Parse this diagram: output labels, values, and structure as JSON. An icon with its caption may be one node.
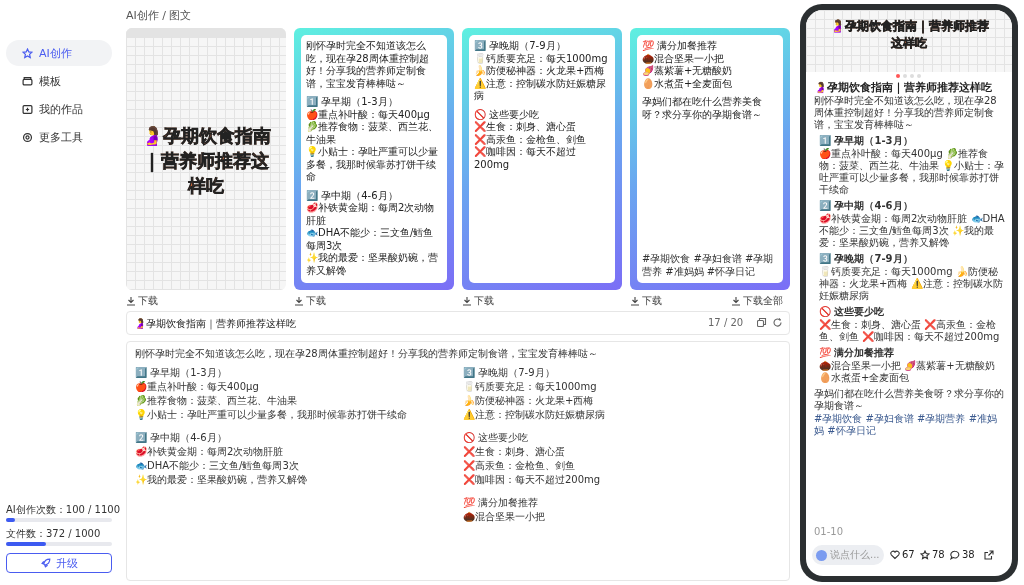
{
  "diagram": {
    "nodes": [
      {
        "text": [
          "🤰孕期饮食指南｜营养师推荐这样吃"
        ]
      },
      {
        "text": [
          "刚怀孕时完全不知道该怎么吃，现在孕28周体重控制超好！分享我的营养师定制食谱，宝宝发育棒棒哒～",
          "1️⃣ 孕早期（1-3月）",
          "🍎重点补叶酸：每天400μg",
          "🥬推荐食物：菠菜、西兰花、牛油果",
          "💡小贴士：孕吐严重可以少量多餐，我那时候靠苏打饼干续命",
          "2️⃣ 孕中期（4-6月）",
          "🥩补铁黄金期：每周2次动物肝脏",
          "🐟DHA不能少：三文鱼/鳕鱼每周3次",
          "✨我的最爱：坚果酸奶碗，营养又解馋"
        ]
      },
      {
        "text": [
          "3️⃣ 孕晚期（7-9月）",
          "🥛钙质要充足：每天1000mg",
          "🍌防便秘神器：火龙果+西梅",
          "⚠️注意：控制碳水防妊娠糖尿病",
          "🚫 这些要少吃",
          "❌生食：刺身、溏心蛋",
          "❌高汞鱼：金枪鱼、剑鱼",
          "❌咖啡因：每天不超过200mg"
        ]
      },
      {
        "text": [
          "💯 满分加餐推荐",
          "🌰混合坚果一小把",
          "🍠蒸紫薯+无糖酸奶",
          "🥚水煮蛋+全麦面包",
          "孕妈们都在吃什么营养美食呀？求分享你的孕期食谱～",
          "#孕期饮食 #孕妇食谱 #孕期营养 #准妈妈 #怀孕日记"
        ]
      },
      {
        "text": [
          "🤰孕期饮食指南｜营养师推荐这样吃"
        ]
      },
      {
        "text": [
          "刚怀孕时完全不知道该怎么吃，现在孕28周体重控制超好！分享我的营养师定制食谱，宝宝发育棒棒哒～",
          "1️⃣ 孕早期（1-3月）",
          "🍎重点补叶酸：每天400μg",
          "🥬推荐食物：菠菜、西兰花、牛油果",
          "💡小贴士：孕吐严重可以少量多餐，我那时候靠苏打饼干续命",
          "2️⃣ 孕中期（4-6月）",
          "🥩补铁黄金期：每周2次动物肝脏",
          "🐟DHA不能少：三文鱼/鳕鱼每周3次",
          "✨我的最爱：坚果酸奶碗，营养又解馋",
          "3️⃣ 孕晚期（7-9月）",
          "🥛钙质要充足：每天1000mg",
          "🍌防便秘神器：火龙果+西梅",
          "⚠️注意：控制碳水防妊娠糖尿病",
          "🚫 这些要少吃",
          "❌生食：刺身、溏心蛋",
          "❌高汞鱼：金枪鱼、剑鱼",
          "❌咖啡因：每天不超过200mg",
          "💯 满分加餐推荐",
          "🌰混合坚果一小把"
        ]
      },
      {
        "text": [
          "🤰孕期饮食指南｜营养师推荐这样吃",
          "🤰孕期饮食指南｜营养师推荐这样吃",
          "刚怀孕时完全不知道该怎么吃，现在孕28周体重控制超好！分享我的营养师定制食谱，宝宝发育棒棒哒～",
          "1️⃣ 孕早期（1-3月）",
          "🍎重点补叶酸：每天400μg 🥬推荐食物：菠菜、西兰花、牛油果 💡小贴士：孕吐严重可以少量多餐，我那时候靠苏打饼干续命",
          "2️⃣ 孕中期（4-6月）",
          "🥩补铁黄金期：每周2次动物肝脏 🐟DHA不能少：三文鱼/鳕鱼每周3次 ✨我的最爱：坚果酸奶碗，营养又解馋",
          "3️⃣ 孕晚期（7-9月）",
          "🥛钙质要充足：每天1000mg 🍌防便秘神器：火龙果+西梅 ⚠️注意：控制碳水防妊娠糖尿病",
          "🚫 这些要少吃",
          "❌生食：刺身、溏心蛋 ❌高汞鱼：金枪鱼、剑鱼 ❌咖啡因：每天不超过200mg",
          "💯 满分加餐推荐",
          "🌰混合坚果一小把 🍠蒸紫薯+无糖酸奶 🥚水煮蛋+全麦面包",
          "孕妈们都在吃什么营养美食呀？求分享你的孕期食谱～",
          "#孕期饮食 #孕妇食谱 #孕期营养 #准妈妈 #怀孕日记",
          "01-10",
          "说点什么...",
          "67",
          "78",
          "38"
        ]
      }
    ],
    "labels": [
      "AI创作",
      "模板",
      "我的作品",
      "更多工具",
      "AI创作 / 图文",
      "下载",
      "下载",
      "下载",
      "下载",
      "下载全部",
      "17 / 20",
      "AI创作次数：100 / 1100",
      "文件数：372 / 1000",
      "升级"
    ]
  }
}
